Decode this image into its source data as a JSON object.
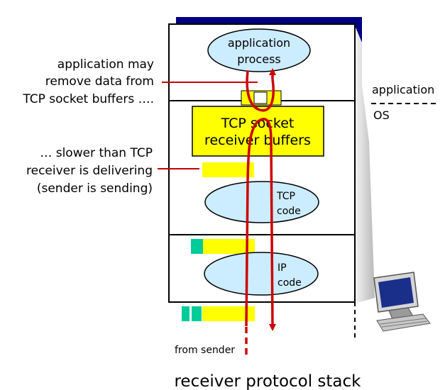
{
  "annotations": {
    "top": [
      "application may",
      "remove data from",
      "TCP socket buffers …."
    ],
    "middle": [
      "… slower than TCP",
      "receiver is delivering",
      "(sender is sending)"
    ]
  },
  "stack": {
    "app_process": [
      "application",
      "process"
    ],
    "socket_buffers": [
      "TCP socket",
      "receiver buffers"
    ],
    "tcp_code": [
      "TCP",
      "code"
    ],
    "ip_code": [
      "IP",
      "code"
    ]
  },
  "boundary": {
    "upper": "application",
    "lower": "OS"
  },
  "from_sender": "from sender",
  "caption": "receiver protocol stack",
  "colors": {
    "yellow": "#ffff00",
    "teal": "#00cc99",
    "ellipse": "#ccecff",
    "arrow": "#cc0000",
    "navy": "#000080",
    "slab": "#e8e8e8"
  },
  "icons": [
    "computer-icon"
  ]
}
